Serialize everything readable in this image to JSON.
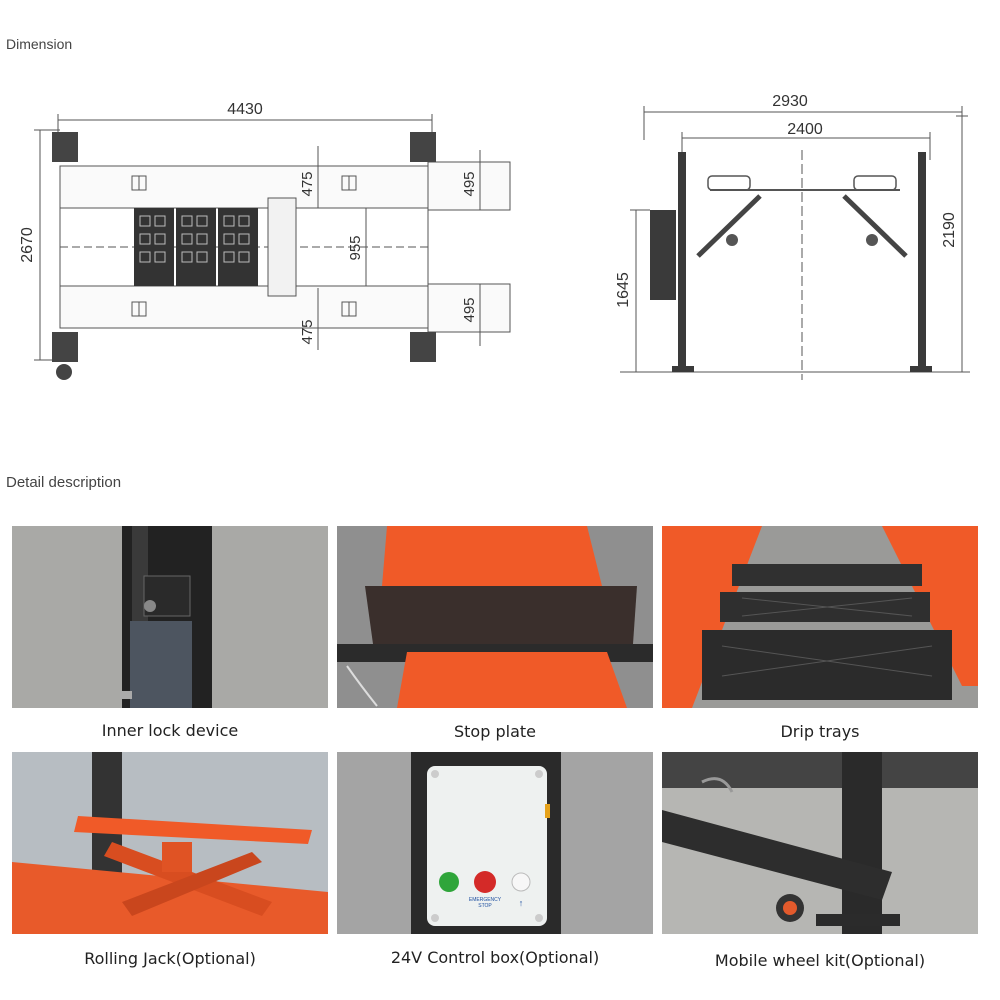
{
  "sections": {
    "dimension_title": "Dimension",
    "detail_title": "Detail description"
  },
  "top_view": {
    "overall_length": "4430",
    "overall_width": "2670",
    "dim_upper_runway": "475",
    "dim_lower_runway": "475",
    "dim_center_gap": "955",
    "dim_upper_ramp": "495",
    "dim_lower_ramp": "495"
  },
  "side_view": {
    "overall_width": "2930",
    "inner_width": "2400",
    "overall_height": "2190",
    "lift_height": "1645"
  },
  "details": [
    {
      "caption": "Inner lock device"
    },
    {
      "caption": "Stop plate"
    },
    {
      "caption": "Drip trays"
    },
    {
      "caption": "Rolling Jack(Optional)"
    },
    {
      "caption": "24V Control box(Optional)"
    },
    {
      "caption": "Mobile wheel kit(Optional)"
    }
  ],
  "control_box_labels": {
    "emergency": "EMERGENCY",
    "stop": "STOP"
  },
  "colors": {
    "accent_orange": "#f05a28",
    "steel_dark": "#2b2b2b",
    "drawing_line": "#555555"
  }
}
